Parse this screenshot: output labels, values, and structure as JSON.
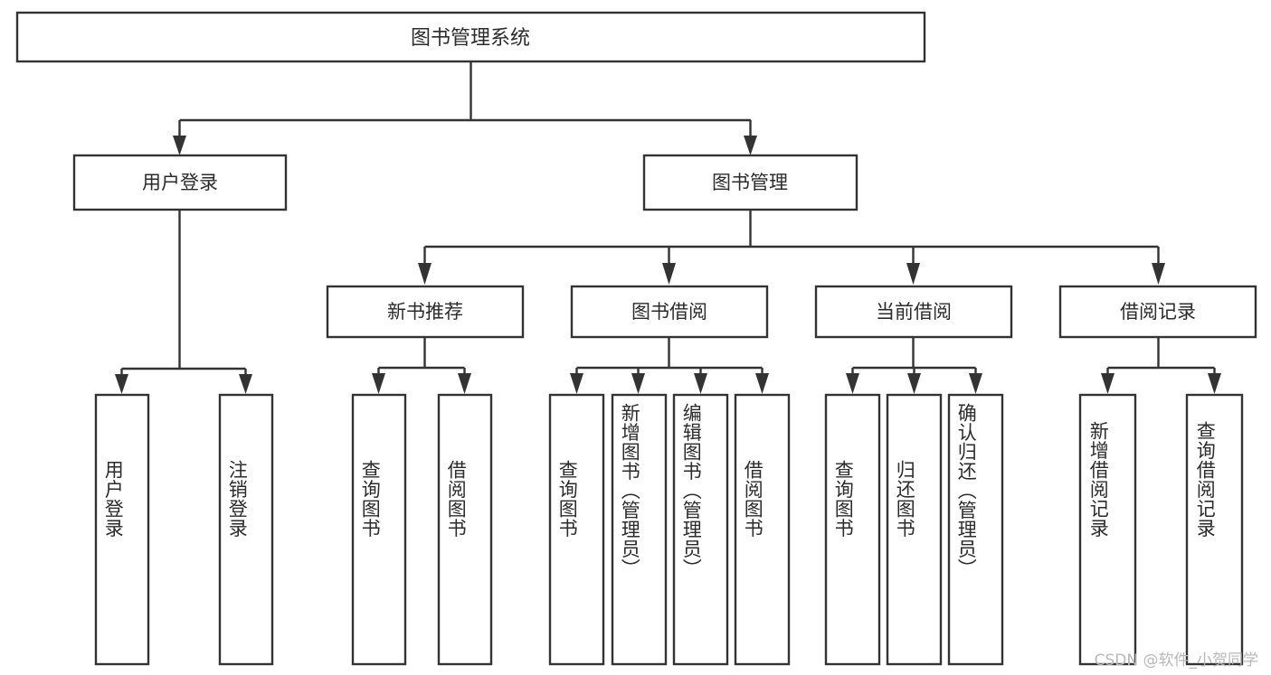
{
  "diagram": {
    "type": "tree",
    "title": "图书管理系统",
    "root": {
      "id": "root",
      "label": "图书管理系统"
    },
    "level2": [
      {
        "id": "user-login",
        "label": "用户登录"
      },
      {
        "id": "book-manage",
        "label": "图书管理"
      }
    ],
    "level3": [
      {
        "id": "new-book-recommend",
        "label": "新书推荐",
        "parent": "book-manage"
      },
      {
        "id": "book-borrow",
        "label": "图书借阅",
        "parent": "book-manage"
      },
      {
        "id": "current-borrow",
        "label": "当前借阅",
        "parent": "book-manage"
      },
      {
        "id": "borrow-record",
        "label": "借阅记录",
        "parent": "book-manage"
      }
    ],
    "leaves": [
      {
        "id": "leaf-user-login",
        "label": "用户登录",
        "parent": "user-login"
      },
      {
        "id": "leaf-logout-login",
        "label": "注销登录",
        "parent": "user-login"
      },
      {
        "id": "leaf-query-book-1",
        "label": "查询图书",
        "parent": "new-book-recommend"
      },
      {
        "id": "leaf-borrow-book-1",
        "label": "借阅图书",
        "parent": "new-book-recommend"
      },
      {
        "id": "leaf-query-book-2",
        "label": "查询图书",
        "parent": "book-borrow"
      },
      {
        "id": "leaf-add-book",
        "label": "新增图书（管理员）",
        "parent": "book-borrow"
      },
      {
        "id": "leaf-edit-book",
        "label": "编辑图书（管理员）",
        "parent": "book-borrow"
      },
      {
        "id": "leaf-borrow-book-2",
        "label": "借阅图书",
        "parent": "book-borrow"
      },
      {
        "id": "leaf-query-book-3",
        "label": "查询图书",
        "parent": "current-borrow"
      },
      {
        "id": "leaf-return-book",
        "label": "归还图书",
        "parent": "current-borrow"
      },
      {
        "id": "leaf-confirm-return",
        "label": "确认归还（管理员）",
        "parent": "current-borrow"
      },
      {
        "id": "leaf-add-record",
        "label": "新增借阅记录",
        "parent": "borrow-record"
      },
      {
        "id": "leaf-query-record",
        "label": "查询借阅记录",
        "parent": "borrow-record"
      }
    ],
    "colors": {
      "box_stroke": "#333333",
      "box_fill": "#ffffff",
      "text": "#2b2b2b",
      "background": "#ffffff",
      "watermark": "#b8b8b8"
    }
  },
  "watermark": {
    "text": "CSDN @软件_小贺同学"
  }
}
